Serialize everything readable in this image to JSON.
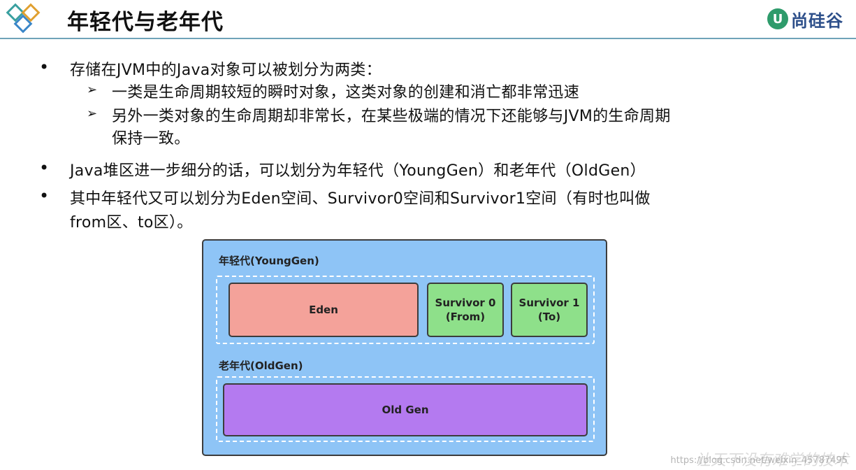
{
  "header": {
    "title": "年轻代与老年代",
    "brand": "尚硅谷",
    "brand_mark": "U"
  },
  "bullets": [
    {
      "text": "存储在JVM中的Java对象可以被划分为两类：",
      "sub": [
        "一类是生命周期较短的瞬时对象，这类对象的创建和消亡都非常迅速",
        "另外一类对象的生命周期却非常长，在某些极端的情况下还能够与JVM的生命周期",
        "保持一致。"
      ]
    },
    {
      "text": "Java堆区进一步细分的话，可以划分为年轻代（YoungGen）和老年代（OldGen）"
    },
    {
      "text": "其中年轻代又可以划分为Eden空间、Survivor0空间和Survivor1空间（有时也叫做",
      "cont": "from区、to区）。"
    }
  ],
  "diagram": {
    "young_label": "年轻代(YoungGen)",
    "eden": "Eden",
    "survivor0": [
      "Survivor 0",
      "(From)"
    ],
    "survivor1": [
      "Survivor 1",
      "(To)"
    ],
    "old_label": "老年代(OldGen)",
    "old": "Old Gen"
  },
  "watermark": "https://blog.csdn.net/weixin_45787495",
  "watermark_overlay": "让天下没有难学的技术",
  "colors": {
    "heap_bg": "#8ec4f6",
    "eden": "#f4a29a",
    "survivor": "#8ee08a",
    "old": "#b47af0",
    "accent": "#2e9b6b"
  }
}
